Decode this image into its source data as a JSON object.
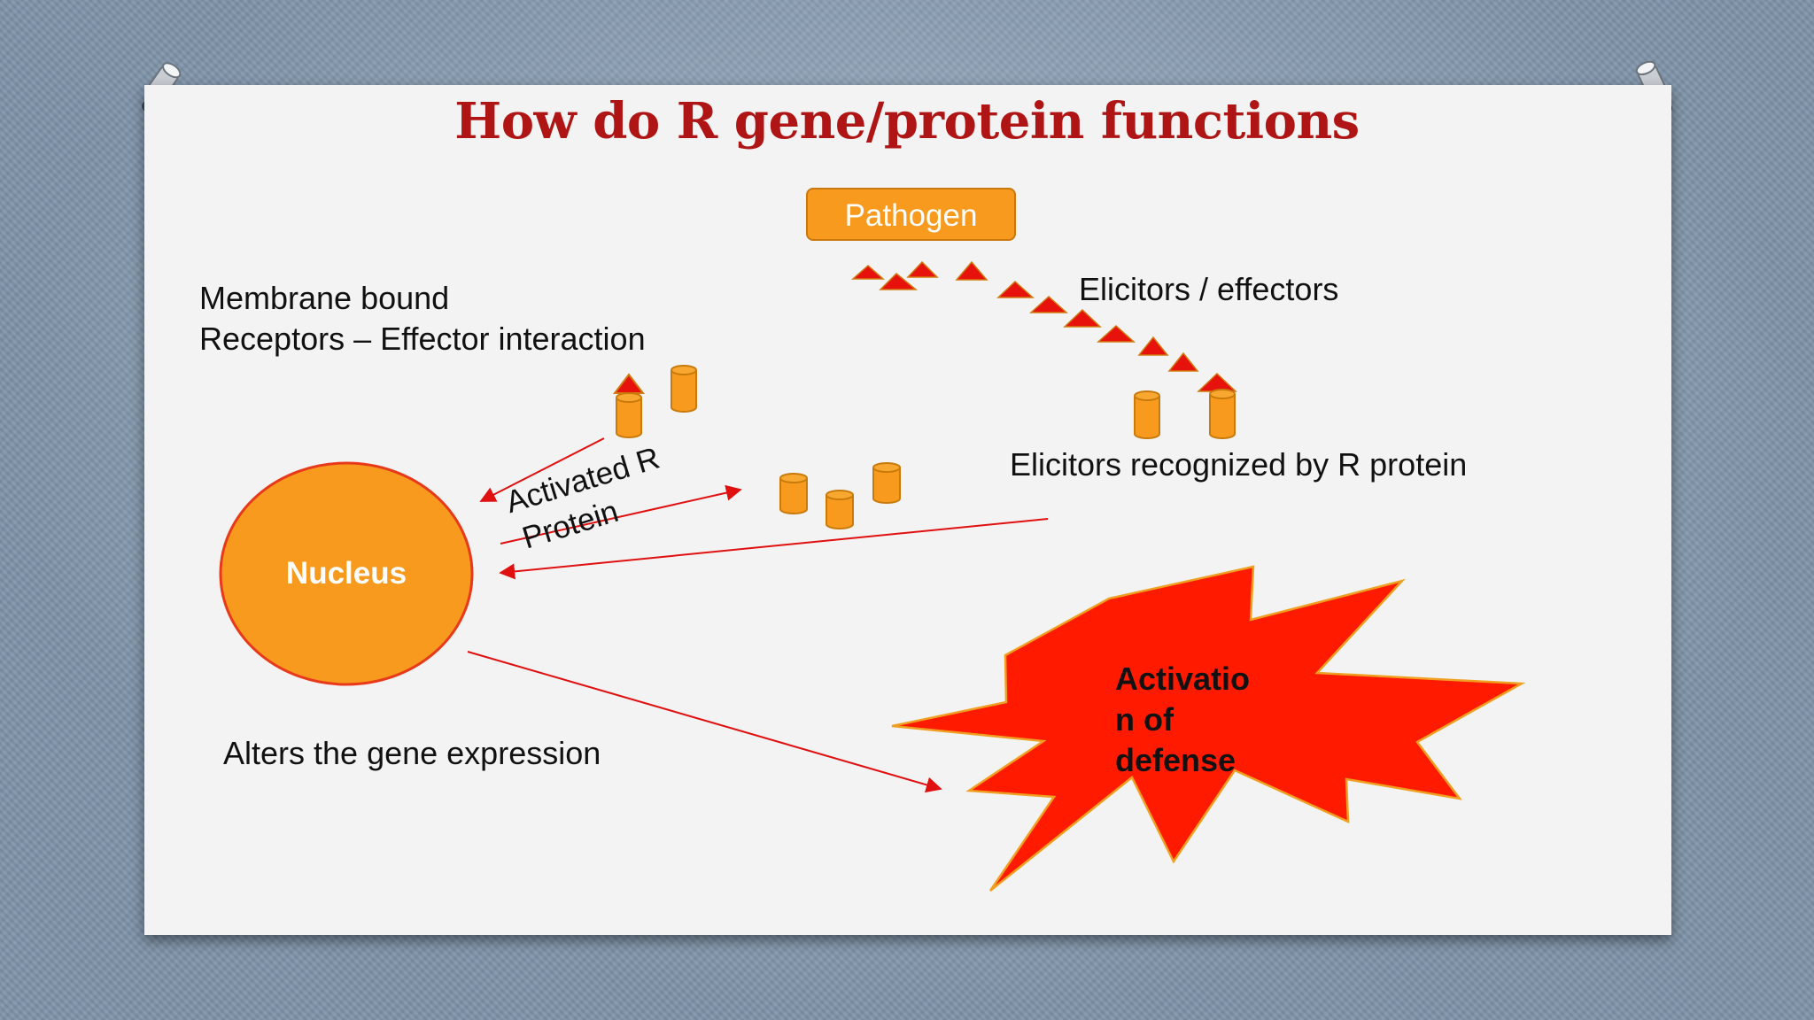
{
  "slide": {
    "title": "How do R gene/protein functions",
    "labels": {
      "pathogen": "Pathogen",
      "elicitors_effectors": "Elicitors / effectors",
      "membrane_line1": "Membrane bound",
      "membrane_line2": "Receptors – Effector interaction",
      "elicitors_recognized": "Elicitors recognized by R protein",
      "activated_line1": "Activated R",
      "activated_line2": "Protein",
      "nucleus": "Nucleus",
      "alters": "Alters the gene expression",
      "activation_line1": "Activatio",
      "activation_line2": "n of",
      "activation_line3": "defense"
    }
  },
  "colors": {
    "title": "#b01515",
    "orange": "#f79a1e",
    "arrow": "#e01010",
    "starburst": "#ff1a00",
    "elicitor": "#e8120c"
  }
}
